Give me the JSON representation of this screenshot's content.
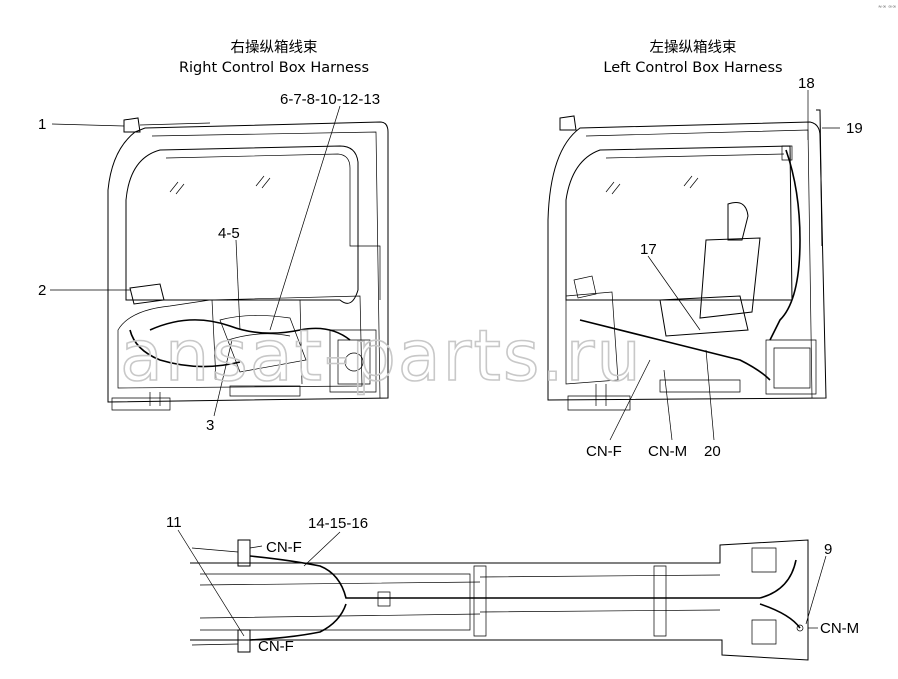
{
  "corner_mark": "≈∞ ∞∞",
  "watermark": "ansat-parts.ru",
  "right_box": {
    "title_cn": "右操纵箱线束",
    "title_en": "Right Control Box Harness",
    "labels": [
      "1",
      "2",
      "3",
      "4-5",
      "6-7-8-10-12-13"
    ]
  },
  "left_box": {
    "title_cn": "左操纵箱线束",
    "title_en": "Left Control Box Harness",
    "labels": [
      "17",
      "18",
      "19",
      "20",
      "CN-F",
      "CN-M"
    ]
  },
  "frame": {
    "labels": [
      "11",
      "14-15-16",
      "9",
      "CN-F",
      "CN-F",
      "CN-M"
    ]
  }
}
